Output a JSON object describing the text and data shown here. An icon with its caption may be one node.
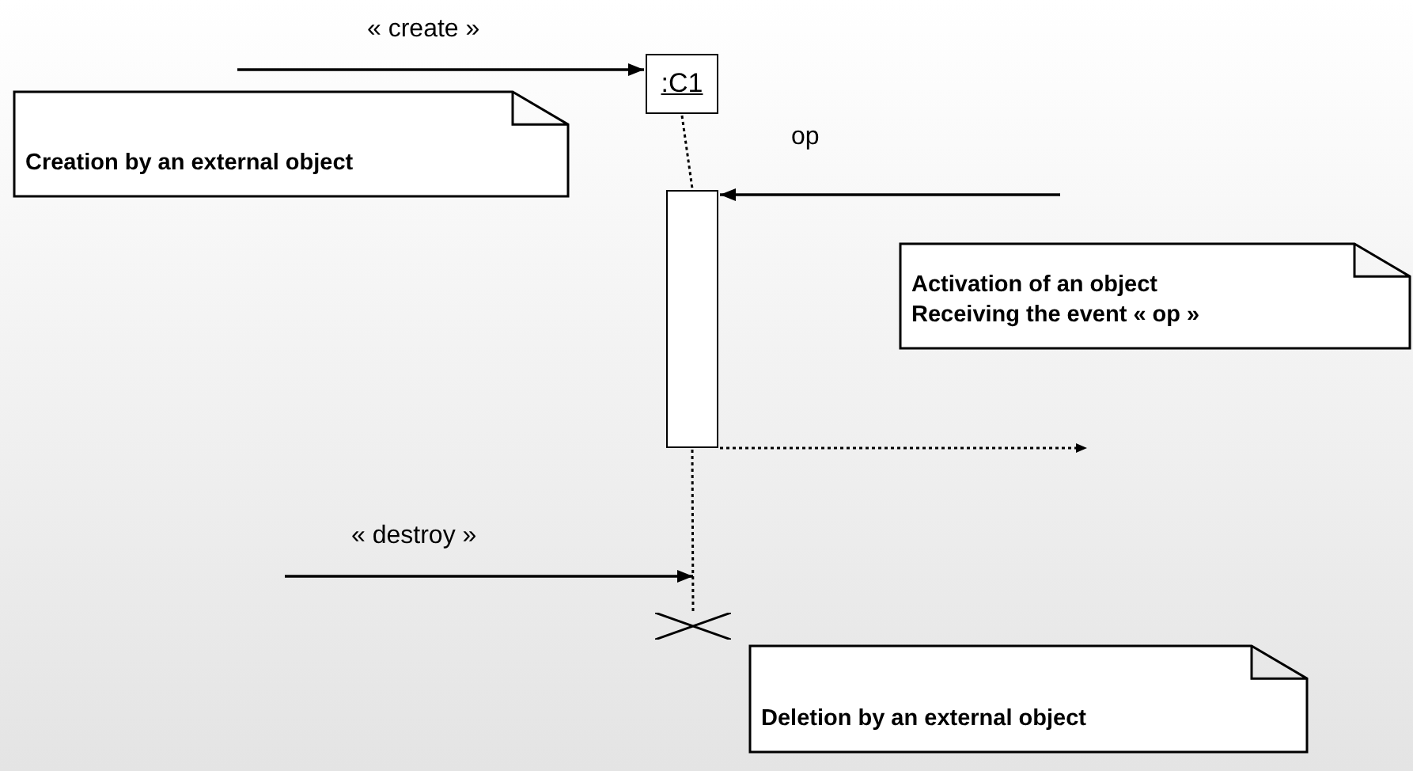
{
  "diagram": {
    "nodes": [
      {
        "text": [
          ":C1"
        ]
      },
      {
        "text": [
          "Creation by an external object"
        ]
      },
      {
        "text": [],
        "shape": "bar"
      },
      {
        "text": [
          "Activation of an object Receiving the event « op »"
        ]
      },
      {
        "text": [],
        "shape": "cross"
      },
      {
        "text": [
          "Deletion by an external object"
        ]
      }
    ],
    "edges": [
      {
        "from": null,
        "to": 0,
        "arrow": "to",
        "label": "« create »"
      },
      {
        "from": 0,
        "to": 2,
        "arrow": "none",
        "style": "dashed"
      },
      {
        "from": null,
        "to": 2,
        "arrow": "to",
        "label": "op"
      },
      {
        "from": 2,
        "to": null,
        "arrow": "to",
        "style": "dashed"
      },
      {
        "from": 2,
        "to": 4,
        "arrow": "none",
        "style": "dashed"
      },
      {
        "from": null,
        "to": 4,
        "arrow": "to",
        "label": "« destroy »"
      }
    ]
  }
}
